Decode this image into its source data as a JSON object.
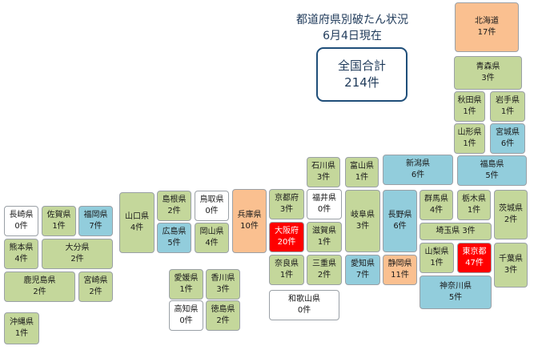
{
  "title": {
    "line1": "都道府県別破たん状況",
    "line2": "6月4日現在"
  },
  "total": {
    "label": "全国合計",
    "value": "214件"
  },
  "prefectures": {
    "hokkaido": {
      "name": "北海道",
      "count": "17件"
    },
    "aomori": {
      "name": "青森県",
      "count": "3件"
    },
    "akita": {
      "name": "秋田県",
      "count": "1件"
    },
    "iwate": {
      "name": "岩手県",
      "count": "1件"
    },
    "yamagata": {
      "name": "山形県",
      "count": "1件"
    },
    "miyagi": {
      "name": "宮城県",
      "count": "6件"
    },
    "niigata": {
      "name": "新潟県",
      "count": "6件"
    },
    "fukushima": {
      "name": "福島県",
      "count": "5件"
    },
    "ishikawa": {
      "name": "石川県",
      "count": "3件"
    },
    "toyama": {
      "name": "富山県",
      "count": "1件"
    },
    "fukui": {
      "name": "福井県",
      "count": "0件"
    },
    "kyoto": {
      "name": "京都府",
      "count": "3件"
    },
    "gifu": {
      "name": "岐阜県",
      "count": "3件"
    },
    "nagano": {
      "name": "長野県",
      "count": "6件"
    },
    "gunma": {
      "name": "群馬県",
      "count": "4件"
    },
    "tochigi": {
      "name": "栃木県",
      "count": "1件"
    },
    "ibaraki": {
      "name": "茨城県",
      "count": "2件"
    },
    "saitama": {
      "name": "埼玉県",
      "count": "3件"
    },
    "osaka": {
      "name": "大阪府",
      "count": "20件"
    },
    "shiga": {
      "name": "滋賀県",
      "count": "1件"
    },
    "yamanashi": {
      "name": "山梨県",
      "count": "1件"
    },
    "tokyo": {
      "name": "東京都",
      "count": "47件"
    },
    "chiba": {
      "name": "千葉県",
      "count": "3件"
    },
    "nara": {
      "name": "奈良県",
      "count": "1件"
    },
    "mie": {
      "name": "三重県",
      "count": "2件"
    },
    "aichi": {
      "name": "愛知県",
      "count": "7件"
    },
    "shizuoka": {
      "name": "静岡県",
      "count": "11件"
    },
    "kanagawa": {
      "name": "神奈川県",
      "count": "5件"
    },
    "wakayama": {
      "name": "和歌山県",
      "count": "0件"
    },
    "hyogo": {
      "name": "兵庫県",
      "count": "10件"
    },
    "tottori": {
      "name": "鳥取県",
      "count": "0件"
    },
    "shimane": {
      "name": "島根県",
      "count": "2件"
    },
    "okayama": {
      "name": "岡山県",
      "count": "4件"
    },
    "hiroshima": {
      "name": "広島県",
      "count": "5件"
    },
    "yamaguchi": {
      "name": "山口県",
      "count": "4件"
    },
    "ehime": {
      "name": "愛媛県",
      "count": "1件"
    },
    "kagawa": {
      "name": "香川県",
      "count": "3件"
    },
    "kochi": {
      "name": "高知県",
      "count": "0件"
    },
    "tokushima": {
      "name": "徳島県",
      "count": "2件"
    },
    "nagasaki": {
      "name": "長崎県",
      "count": "0件"
    },
    "saga": {
      "name": "佐賀県",
      "count": "1件"
    },
    "fukuoka": {
      "name": "福岡県",
      "count": "7件"
    },
    "kumamoto": {
      "name": "熊本県",
      "count": "4件"
    },
    "oita": {
      "name": "大分県",
      "count": "2件"
    },
    "kagoshima": {
      "name": "鹿児島県",
      "count": "2件"
    },
    "miyazaki": {
      "name": "宮崎県",
      "count": "2件"
    },
    "okinawa": {
      "name": "沖縄県",
      "count": "1件"
    }
  },
  "colors": {
    "zero": "#ffffff",
    "low": "#c4d79b",
    "mid": "#92cddc",
    "high": "#fac090",
    "top": "#ff0000"
  }
}
